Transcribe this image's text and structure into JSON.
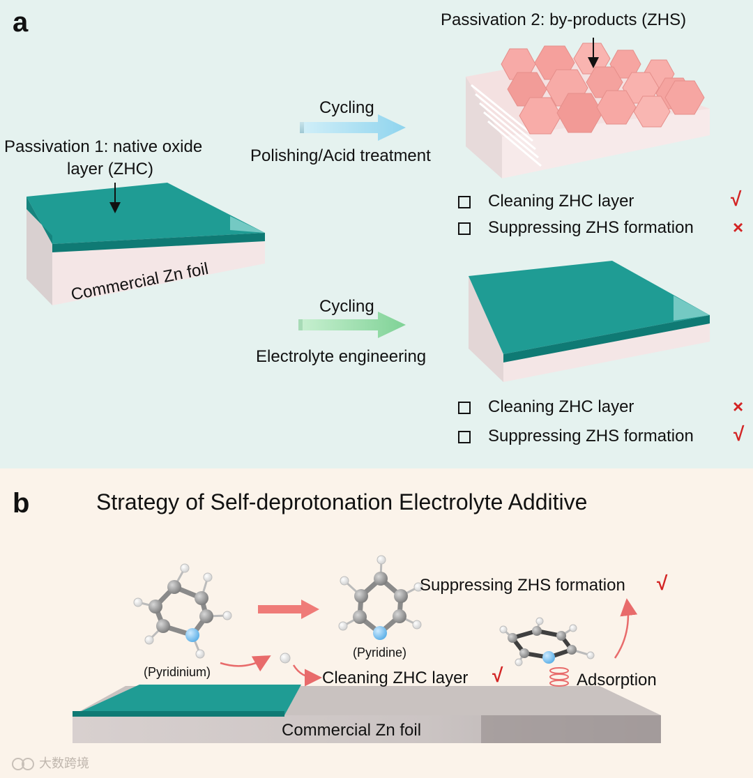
{
  "panel_a": {
    "label": "a",
    "passivation1": {
      "line1": "Passivation 1: native oxide",
      "line2": "layer (ZHC)"
    },
    "foil_label": "Commercial Zn foil",
    "top_arrow": {
      "above": "Cycling",
      "below": "Polishing/Acid treatment"
    },
    "passivation2": "Passivation 2: by-products (ZHS)",
    "top_checklist": [
      {
        "text": "Cleaning ZHC layer",
        "mark": "√"
      },
      {
        "text": "Suppressing ZHS formation",
        "mark": "×"
      }
    ],
    "bottom_arrow": {
      "above": "Cycling",
      "below": "Electrolyte engineering"
    },
    "bottom_checklist": [
      {
        "text": "Cleaning ZHC layer",
        "mark": "×"
      },
      {
        "text": "Suppressing ZHS formation",
        "mark": "√"
      }
    ],
    "colors": {
      "background": "#e5f2ef",
      "zinc_oxide": "#1f9c94",
      "foil": "#f4e6e6",
      "zhs_crystal": "#f5a7a3",
      "arrow_top": "#9bd8ee",
      "arrow_bottom": "#86d49e"
    }
  },
  "panel_b": {
    "label": "b",
    "title": "Strategy of Self-deprotonation Electrolyte Additive",
    "pyridinium": "(Pyridinium)",
    "pyridine": "(Pyridine)",
    "suppress": {
      "text": "Suppressing ZHS formation",
      "mark": "√"
    },
    "clean": {
      "text": "Cleaning ZHC layer",
      "mark": "√"
    },
    "adsorption": "Adsorption",
    "foil_label": "Commercial Zn foil",
    "colors": {
      "background": "#fbf3ea",
      "carbon": "#8f8f8f",
      "nitrogen": "#7ec3ee",
      "hydrogen": "#ffffff",
      "arrow": "#e86b6b"
    }
  },
  "watermark": "大数跨境"
}
